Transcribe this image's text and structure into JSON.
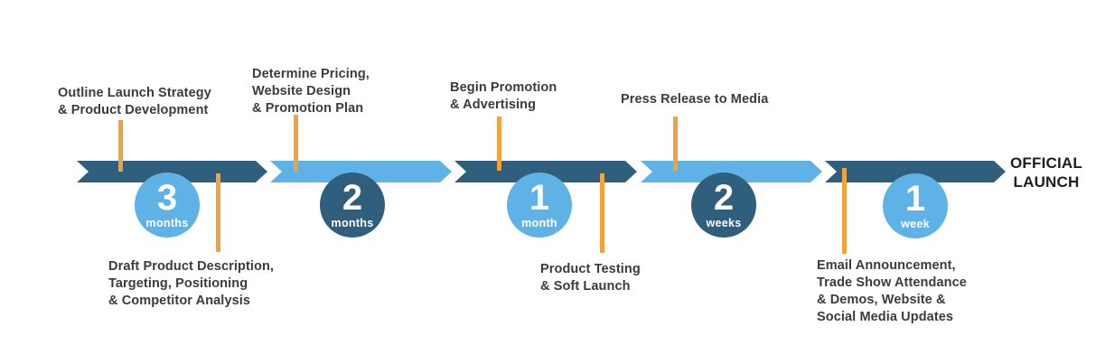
{
  "colors": {
    "dark_blue": "#2F5F7D",
    "light_blue": "#5FB2E5",
    "orange": "#F0A33C",
    "annotation_text": "#3B3B3B",
    "end_label_text": "#1E1E1E"
  },
  "timeline": {
    "badges": [
      {
        "value": "3",
        "unit": "months"
      },
      {
        "value": "2",
        "unit": "months"
      },
      {
        "value": "1",
        "unit": "month"
      },
      {
        "value": "2",
        "unit": "weeks"
      },
      {
        "value": "1",
        "unit": "week"
      }
    ],
    "end_label": "OFFICIAL\nLAUNCH"
  },
  "annotations_top": [
    {
      "text": "Outline Launch Strategy\n& Product Development"
    },
    {
      "text": "Determine Pricing,\nWebsite Design\n& Promotion Plan"
    },
    {
      "text": "Begin Promotion\n& Advertising"
    },
    {
      "text": "Press Release to Media"
    }
  ],
  "annotations_bottom": [
    {
      "text": "Draft Product Description,\nTargeting, Positioning\n& Competitor Analysis"
    },
    {
      "text": "Product Testing\n& Soft Launch"
    },
    {
      "text": "Email Announcement,\nTrade Show Attendance\n& Demos, Website &\nSocial Media Updates"
    }
  ]
}
